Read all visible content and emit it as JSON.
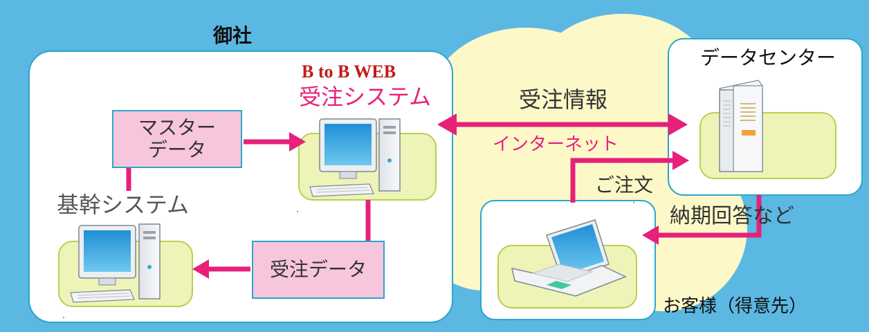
{
  "company": {
    "label": "御社"
  },
  "web_system": {
    "line1": "B to B WEB",
    "line2": "受注システム"
  },
  "master_data": {
    "line1": "マスター",
    "line2": "データ"
  },
  "core_system": {
    "label": "基幹システム"
  },
  "order_data": {
    "label": "受注データ"
  },
  "order_info": {
    "label": "受注情報"
  },
  "internet": {
    "label": "インターネット"
  },
  "data_center": {
    "label": "データセンター"
  },
  "order": {
    "label": "ご注文"
  },
  "delivery_reply": {
    "label": "納期回答など"
  },
  "customer": {
    "label": "お客様（得意先）"
  },
  "colors": {
    "sky": "#5bb8e2",
    "cloud": "#fdf8c8",
    "panel_border": "#2aa6cc",
    "arrow": "#e7207a",
    "pad": "#eef3b8",
    "data_box": "#f7c6dc",
    "web_title": "#c41a1a"
  }
}
